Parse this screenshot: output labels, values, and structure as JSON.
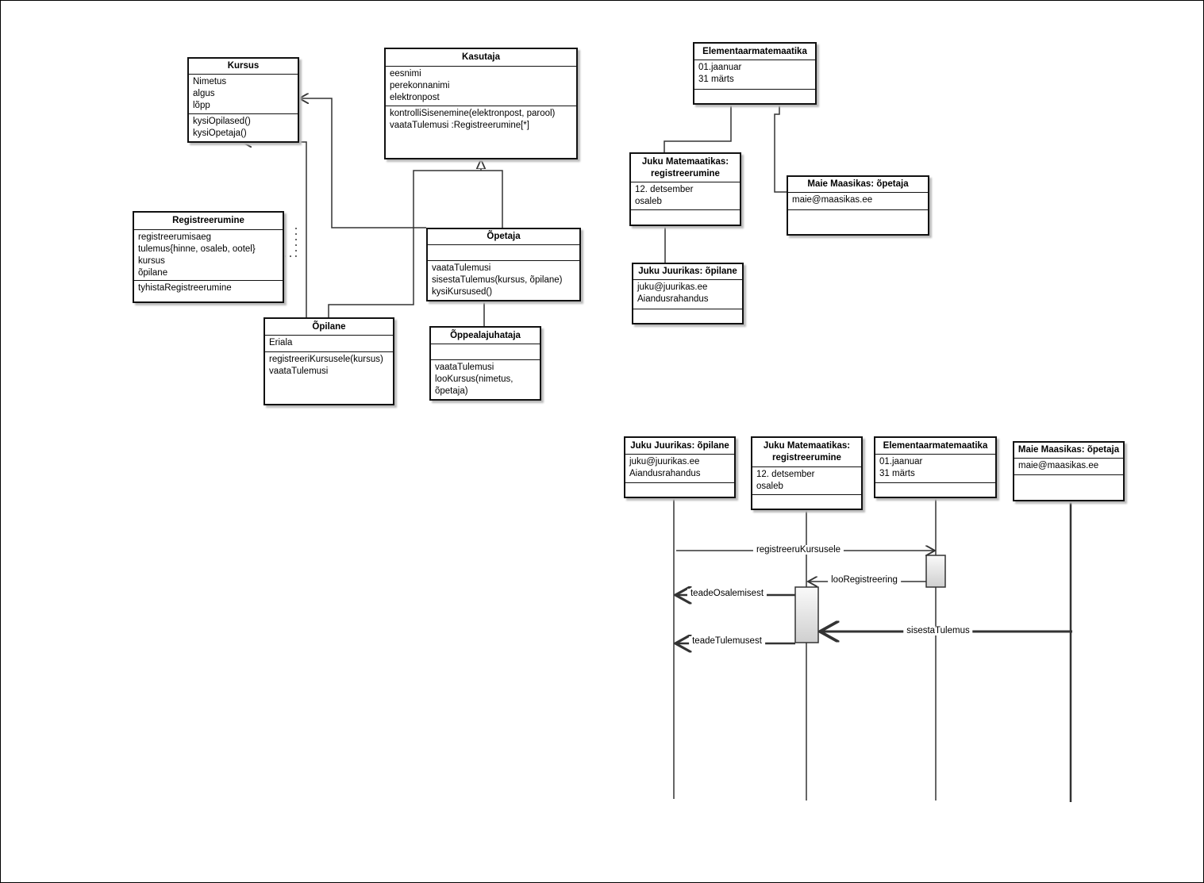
{
  "class_diagram": {
    "classes": [
      {
        "id": "kursus",
        "name": "Kursus",
        "attrs": [
          "Nimetus",
          "algus",
          "lõpp"
        ],
        "methods": [
          "kysiOpilased()",
          "kysiOpetaja()"
        ]
      },
      {
        "id": "kasutaja",
        "name": "Kasutaja",
        "attrs": [
          "eesnimi",
          "perekonnanimi",
          "elektronpost"
        ],
        "methods": [
          "kontrolliSisenemine(elektronpost, parool)",
          "vaataTulemusi :Registreerumine[*]"
        ]
      },
      {
        "id": "registreerumine",
        "name": "Registreerumine",
        "attrs": [
          "registreerumisaeg",
          "tulemus{hinne, osaleb, ootel}",
          "kursus",
          "õpilane"
        ],
        "methods": [
          "tyhistaRegistreerumine"
        ]
      },
      {
        "id": "opetaja",
        "name": "Õpetaja",
        "attrs": [],
        "methods": [
          "vaataTulemusi",
          "sisestaTulemus(kursus, õpilane)",
          "kysiKursused()"
        ]
      },
      {
        "id": "opilane",
        "name": "Õpilane",
        "attrs": [
          "Eriala"
        ],
        "methods": [
          "registreeriKursusele(kursus)",
          "vaataTulemusi"
        ]
      },
      {
        "id": "oppealajuhataja",
        "name": "Õppealajuhataja",
        "attrs": [],
        "methods": [
          "vaataTulemusi",
          "looKursus(nimetus,",
          "õpetaja)"
        ]
      }
    ]
  },
  "object_diagram": {
    "objects": [
      {
        "id": "obj-elementaar",
        "name": "Elementaarmatemaatika",
        "attrs": [
          "01.jaanuar",
          "31 märts"
        ],
        "methods": []
      },
      {
        "id": "obj-registreerumine",
        "name": "Juku Matemaatikas: registreerumine",
        "attrs": [
          "12. detsember",
          "osaleb"
        ],
        "methods": []
      },
      {
        "id": "obj-maie",
        "name": "Maie Maasikas: õpetaja",
        "attrs": [
          "maie@maasikas.ee"
        ],
        "methods": []
      },
      {
        "id": "obj-juku",
        "name": "Juku Juurikas: õpilane",
        "attrs": [
          "juku@juurikas.ee",
          "Aiandusrahandus"
        ],
        "methods": []
      }
    ]
  },
  "sequence_diagram": {
    "lifelines": [
      {
        "id": "seq-juku",
        "name": "Juku Juurikas: õpilane",
        "attrs": [
          "juku@juurikas.ee",
          "Aiandusrahandus"
        ],
        "methods": []
      },
      {
        "id": "seq-registreerumine",
        "name": "Juku Matemaatikas: registreerumine",
        "attrs": [
          "12. detsember",
          "osaleb"
        ],
        "methods": []
      },
      {
        "id": "seq-elementaar",
        "name": "Elementaarmatemaatika",
        "attrs": [
          "01.jaanuar",
          "31 märts"
        ],
        "methods": []
      },
      {
        "id": "seq-maie",
        "name": "Maie Maasikas: õpetaja",
        "attrs": [
          "maie@maasikas.ee"
        ],
        "methods": []
      }
    ],
    "messages": [
      {
        "label": "registreeruKursusele"
      },
      {
        "label": "looRegistreering"
      },
      {
        "label": "teadeOsalemisest"
      },
      {
        "label": "sisestaTulemus"
      },
      {
        "label": "teadeTulemusest"
      }
    ]
  }
}
